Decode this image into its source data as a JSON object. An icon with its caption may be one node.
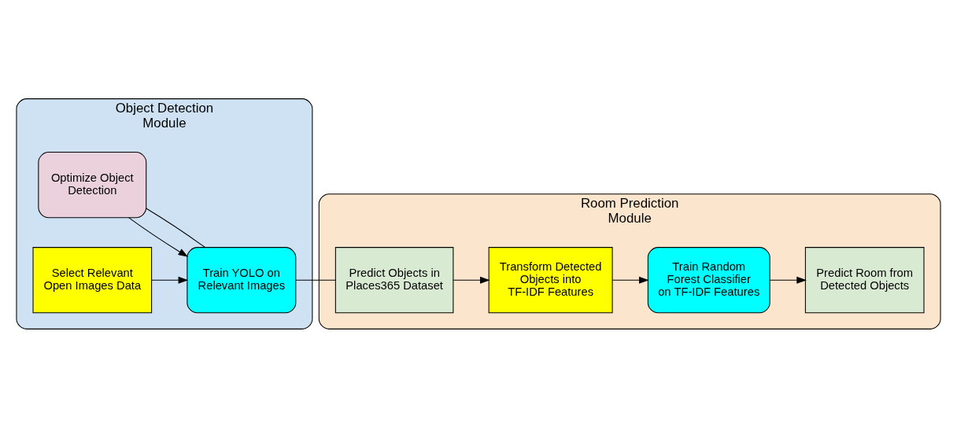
{
  "diagram": {
    "nodes": [
      {
        "text": [
          "Object Detection Module"
        ]
      },
      {
        "text": [
          "Optimize Object Detection"
        ],
        "in": 0
      },
      {
        "text": [
          "Select Relevant Open Images Data"
        ],
        "in": 0
      },
      {
        "text": [
          "Train YOLO on Relevant Images"
        ],
        "in": 0
      },
      {
        "text": [
          "Room Prediction Module"
        ]
      },
      {
        "text": [
          "Transform Detected Objects into TF-IDF Features"
        ],
        "in": 4
      },
      {
        "text": [
          "Train Random Forest Classifier on TF-IDF Features"
        ],
        "in": 4
      },
      {
        "text": [
          "Predict Room from Detected Objects"
        ],
        "in": 4
      },
      {
        "text": [
          "Predict Objects in Places365 Dataset"
        ],
        "in": 4
      }
    ],
    "edges": [
      {
        "from": 2,
        "to": 3,
        "arrow": "to"
      },
      {
        "from": 1,
        "to": 3,
        "arrow": "to"
      },
      {
        "from": 3,
        "to": 1,
        "arrow": "none"
      },
      {
        "from": 3,
        "to": 8,
        "arrow": "none"
      },
      {
        "from": 8,
        "to": 5,
        "arrow": "to"
      },
      {
        "from": 5,
        "to": 6,
        "arrow": "to"
      },
      {
        "from": 6,
        "to": 7,
        "arrow": "to"
      }
    ]
  }
}
